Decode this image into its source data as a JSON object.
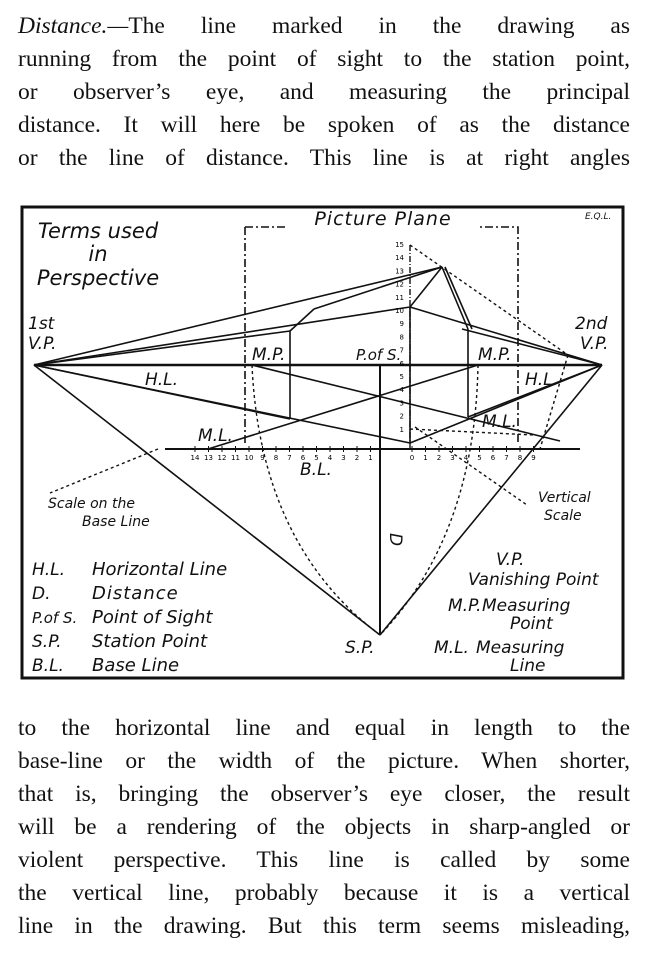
{
  "top_paragraph": {
    "run_in": "Distance.—",
    "lines": [
      "The line marked in the drawing as",
      "running from the point of sight to the station point,",
      "or observer’s eye, and measuring the principal",
      "distance. It will here be spoken of as the distance",
      "or the line of distance. This line is at right angles"
    ]
  },
  "figure": {
    "corner_mark": "E.Q.L.",
    "title": "Picture Plane",
    "terms_heading": [
      "Terms used",
      "in",
      "Perspective"
    ],
    "labels": {
      "vp1": [
        "1st",
        "V.P."
      ],
      "vp2": [
        "2nd",
        "V.P."
      ],
      "mp_left": "M.P.",
      "mp_right": "M.P.",
      "pofs": "P.of S.",
      "hl_left": "H.L.",
      "hl_right": "H.L.",
      "ml_left": "M.L.",
      "ml_right": "M.L.",
      "bl": "B.L.",
      "d": "D",
      "sp": "S.P.",
      "scale_base": [
        "Scale on the",
        "Base Line"
      ],
      "vertical_scale": [
        "Vertical",
        "Scale"
      ]
    },
    "base_scale_left": [
      "14",
      "13",
      "12",
      "11",
      "10",
      "9",
      "8",
      "7",
      "6",
      "5",
      "4",
      "3",
      "2",
      "1"
    ],
    "base_scale_right": [
      "0",
      "1",
      "2",
      "3",
      "4",
      "5",
      "6",
      "7",
      "8",
      "9"
    ],
    "vertical_scale_numbers": [
      "1",
      "2",
      "3",
      "4",
      "5",
      "6",
      "7",
      "8",
      "9",
      "10",
      "11",
      "12",
      "13",
      "14",
      "15"
    ],
    "legend_left": [
      {
        "abbr": "H.L.",
        "term": "Horizontal Line"
      },
      {
        "abbr": "D.",
        "term": "Distance"
      },
      {
        "abbr": "P.of S.",
        "term": "Point of Sight"
      },
      {
        "abbr": "S.P.",
        "term": "Station Point"
      },
      {
        "abbr": "B.L.",
        "term": "Base Line"
      }
    ],
    "legend_right": [
      {
        "abbr": "V.P.",
        "term": "Vanishing Point"
      },
      {
        "abbr": "M.P.",
        "term": "Measuring Point"
      },
      {
        "abbr": "M.L.",
        "term": "Measuring Line"
      }
    ]
  },
  "bottom_paragraph": {
    "lines": [
      "to the horizontal line and equal in length to the",
      "base-line or the width of the picture. When shorter,",
      "that is, bringing the observer’s eye closer, the result",
      "will be a rendering of the objects in sharp-angled or",
      "violent perspective. This line is called by some",
      "the vertical line, probably because it is a vertical",
      "line in the drawing. But this term seems misleading,"
    ]
  }
}
